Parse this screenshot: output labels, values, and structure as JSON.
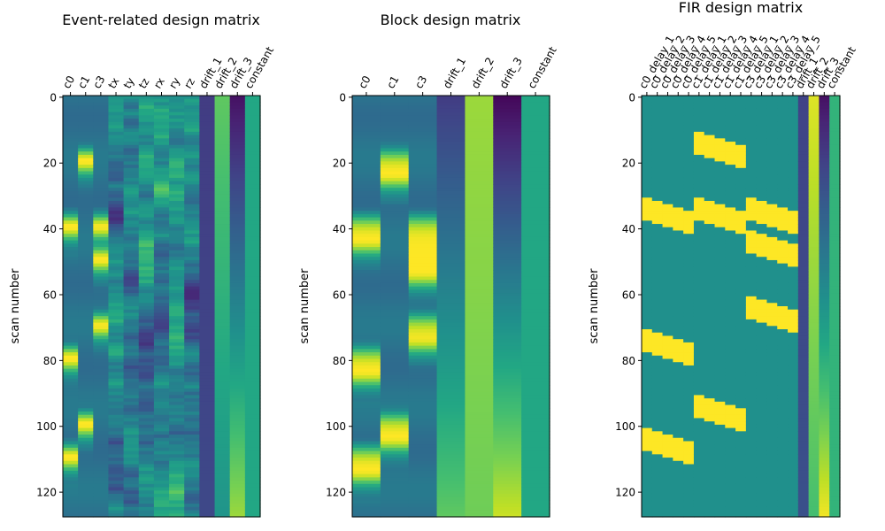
{
  "chart_data": [
    {
      "type": "heatmap",
      "title": "Event-related design matrix",
      "ylabel": "scan number",
      "columns": [
        "c0",
        "c1",
        "c3",
        "tx",
        "ty",
        "tz",
        "rx",
        "ry",
        "rz",
        "drift_1",
        "drift_2",
        "drift_3",
        "constant"
      ],
      "n_scans": 128,
      "ylim": [
        127.5,
        -0.5
      ],
      "yticks": [
        0,
        20,
        40,
        60,
        80,
        100,
        120
      ],
      "colormap": "viridis",
      "columns_data": [
        {
          "name": "c0",
          "kind": "events",
          "onsets": [
            34,
            74,
            104
          ],
          "duration": 5
        },
        {
          "name": "c1",
          "kind": "events",
          "onsets": [
            14,
            94
          ],
          "duration": 5
        },
        {
          "name": "c3",
          "kind": "events",
          "onsets": [
            34,
            44,
            64
          ],
          "duration": 5
        },
        {
          "name": "tx",
          "kind": "noise"
        },
        {
          "name": "ty",
          "kind": "noise"
        },
        {
          "name": "tz",
          "kind": "noise"
        },
        {
          "name": "rx",
          "kind": "noise"
        },
        {
          "name": "ry",
          "kind": "noise"
        },
        {
          "name": "rz",
          "kind": "noise"
        },
        {
          "name": "drift_1",
          "kind": "drift",
          "start": 0.18,
          "end": 0.22
        },
        {
          "name": "drift_2",
          "kind": "drift",
          "start": 0.75,
          "end": 0.52
        },
        {
          "name": "drift_3",
          "kind": "drift",
          "start": 0.05,
          "end": 0.85
        },
        {
          "name": "constant",
          "kind": "constant",
          "value": 0.6
        }
      ]
    },
    {
      "type": "heatmap",
      "title": "Block design matrix",
      "ylabel": "scan number",
      "columns": [
        "c0",
        "c1",
        "c3",
        "drift_1",
        "drift_2",
        "drift_3",
        "constant"
      ],
      "n_scans": 128,
      "ylim": [
        127.5,
        -0.5
      ],
      "yticks": [
        0,
        20,
        40,
        60,
        80,
        100,
        120
      ],
      "colormap": "viridis",
      "columns_data": [
        {
          "name": "c0",
          "kind": "blocks",
          "onsets": [
            34,
            74,
            104
          ],
          "duration": 10
        },
        {
          "name": "c1",
          "kind": "blocks",
          "onsets": [
            14,
            94
          ],
          "duration": 10
        },
        {
          "name": "c3",
          "kind": "blocks",
          "onsets": [
            34,
            44,
            64
          ],
          "duration": 10
        },
        {
          "name": "drift_1",
          "kind": "drift",
          "start": 0.18,
          "end": 0.75
        },
        {
          "name": "drift_2",
          "kind": "drift",
          "start": 0.85,
          "end": 0.78
        },
        {
          "name": "drift_3",
          "kind": "drift",
          "start": 0.02,
          "end": 0.92
        },
        {
          "name": "constant",
          "kind": "constant",
          "value": 0.6
        }
      ]
    },
    {
      "type": "heatmap",
      "title": "FIR design matrix",
      "ylabel": "scan number",
      "columns": [
        "c0_delay_1",
        "c0_delay_2",
        "c0_delay_3",
        "c0_delay_4",
        "c0_delay_5",
        "c1_delay_1",
        "c1_delay_2",
        "c1_delay_3",
        "c1_delay_4",
        "c1_delay_5",
        "c3_delay_1",
        "c3_delay_2",
        "c3_delay_3",
        "c3_delay_4",
        "c3_delay_5",
        "drift_1",
        "drift_2",
        "drift_3",
        "constant"
      ],
      "n_scans": 128,
      "ylim": [
        127.5,
        -0.5
      ],
      "yticks": [
        0,
        20,
        40,
        60,
        80,
        100,
        120
      ],
      "colormap": "viridis",
      "columns_data": [
        {
          "name": "c0_delay_1",
          "kind": "fir",
          "onsets": [
            30,
            70,
            100
          ],
          "delay": 1,
          "duration": 7
        },
        {
          "name": "c0_delay_2",
          "kind": "fir",
          "onsets": [
            30,
            70,
            100
          ],
          "delay": 2,
          "duration": 7
        },
        {
          "name": "c0_delay_3",
          "kind": "fir",
          "onsets": [
            30,
            70,
            100
          ],
          "delay": 3,
          "duration": 7
        },
        {
          "name": "c0_delay_4",
          "kind": "fir",
          "onsets": [
            30,
            70,
            100
          ],
          "delay": 4,
          "duration": 7
        },
        {
          "name": "c0_delay_5",
          "kind": "fir",
          "onsets": [
            30,
            70,
            100
          ],
          "delay": 5,
          "duration": 7
        },
        {
          "name": "c1_delay_1",
          "kind": "fir",
          "onsets": [
            10,
            30,
            90
          ],
          "delay": 1,
          "duration": 7
        },
        {
          "name": "c1_delay_2",
          "kind": "fir",
          "onsets": [
            10,
            30,
            90
          ],
          "delay": 2,
          "duration": 7
        },
        {
          "name": "c1_delay_3",
          "kind": "fir",
          "onsets": [
            10,
            30,
            90
          ],
          "delay": 3,
          "duration": 7
        },
        {
          "name": "c1_delay_4",
          "kind": "fir",
          "onsets": [
            10,
            30,
            90
          ],
          "delay": 4,
          "duration": 7
        },
        {
          "name": "c1_delay_5",
          "kind": "fir",
          "onsets": [
            10,
            30,
            90
          ],
          "delay": 5,
          "duration": 7
        },
        {
          "name": "c3_delay_1",
          "kind": "fir",
          "onsets": [
            30,
            40,
            60
          ],
          "delay": 1,
          "duration": 7
        },
        {
          "name": "c3_delay_2",
          "kind": "fir",
          "onsets": [
            30,
            40,
            60
          ],
          "delay": 2,
          "duration": 7
        },
        {
          "name": "c3_delay_3",
          "kind": "fir",
          "onsets": [
            30,
            40,
            60
          ],
          "delay": 3,
          "duration": 7
        },
        {
          "name": "c3_delay_4",
          "kind": "fir",
          "onsets": [
            30,
            40,
            60
          ],
          "delay": 4,
          "duration": 7
        },
        {
          "name": "c3_delay_5",
          "kind": "fir",
          "onsets": [
            30,
            40,
            60
          ],
          "delay": 5,
          "duration": 7
        },
        {
          "name": "drift_1",
          "kind": "drift",
          "start": 0.2,
          "end": 0.25
        },
        {
          "name": "drift_2",
          "kind": "drift",
          "start": 0.95,
          "end": 0.7
        },
        {
          "name": "drift_3",
          "kind": "drift",
          "start": 0.05,
          "end": 0.98
        },
        {
          "name": "constant",
          "kind": "constant",
          "value": 0.65
        }
      ]
    }
  ]
}
